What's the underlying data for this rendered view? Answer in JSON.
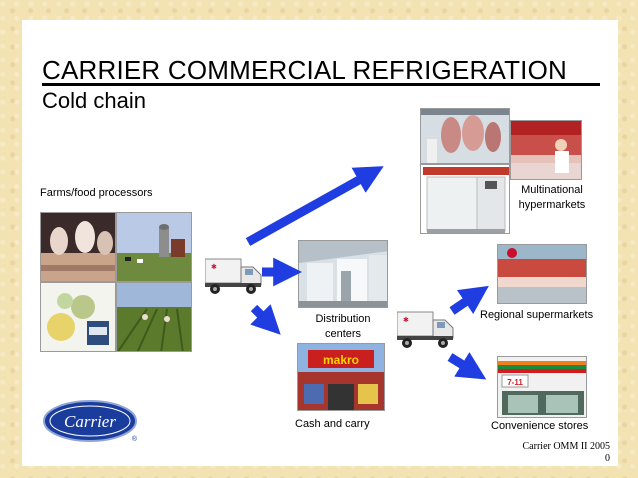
{
  "slide": {
    "title": "CARRIER COMMERCIAL REFRIGERATION",
    "subtitle": "Cold chain"
  },
  "nodes": {
    "farms": "Farms/food processors",
    "distribution_line1": "Distribution",
    "distribution_line2": "centers",
    "cash_carry": "Cash and carry",
    "multinational_line1": "Multinational",
    "multinational_line2": "hypermarkets",
    "regional": "Regional supermarkets",
    "convenience": "Convenience stores"
  },
  "images": {
    "store_sign_text": "makro",
    "convenience_sign_text": "7-11"
  },
  "logo": {
    "text": "Carrier",
    "registered": "®"
  },
  "footer": {
    "line1": "Carrier OMM II 2005",
    "line2": "0"
  },
  "colors": {
    "arrow_blue": "#1f3de0",
    "logo_blue": "#1a3c9c",
    "background": "#f3e3b3"
  }
}
